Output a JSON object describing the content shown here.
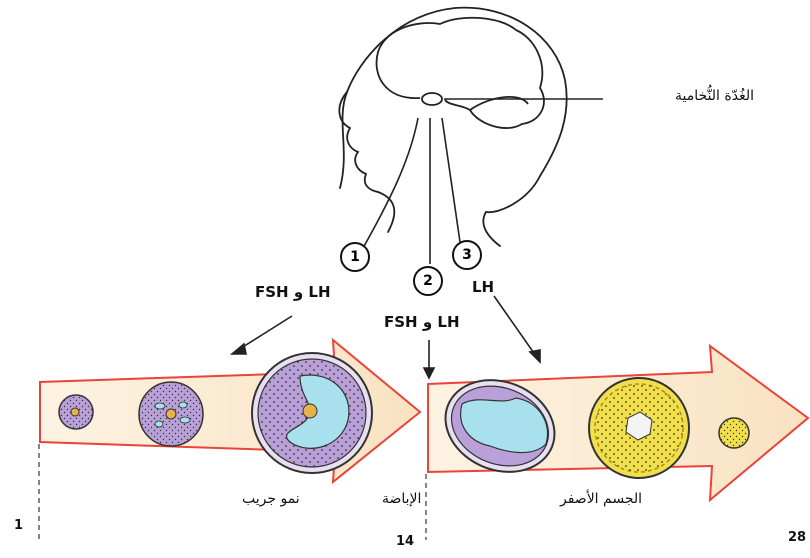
{
  "gland_label": "الغُدّة النُّخامية",
  "pathways": [
    {
      "number": "1",
      "hormones": "LH و FSH"
    },
    {
      "number": "2",
      "hormones": "LH و FSH"
    },
    {
      "number": "3",
      "hormones": "LH"
    }
  ],
  "phases": {
    "follicle_growth": "نمو جريب",
    "ovulation": "الإباضة",
    "corpus_luteum": "الجسم الأصفر"
  },
  "days": {
    "start": "1",
    "ovulation": "14",
    "end": "28"
  },
  "colors": {
    "arrow_fill": "#fbead0",
    "arrow_stroke": "#e8443a",
    "follicle_purple": "#b9a0d8",
    "antrum_blue": "#a8e0ee",
    "luteum_yellow": "#f2e04a"
  }
}
